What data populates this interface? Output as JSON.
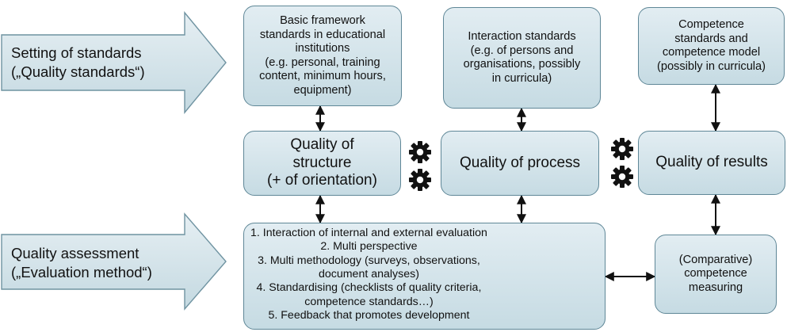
{
  "left_arrows": {
    "setting": "Setting of standards\n(„Quality standards“)",
    "assessment": "Quality assessment\n(„Evaluation method“)"
  },
  "standards": {
    "basic": "Basic framework\nstandards in educational\ninstitutions\n(e.g. personal, training\ncontent, minimum hours,\nequipment)",
    "interaction": "Interaction standards\n(e.g. of persons and\norganisations, possibly\nin curricula)",
    "competence": "Competence\nstandards and\ncompetence model\n(possibly in curricula)"
  },
  "qualities": {
    "structure": "Quality of\nstructure\n(+ of orientation)",
    "process": "Quality of process",
    "results": "Quality of results"
  },
  "evaluation_list": [
    "1. Interaction of internal and external evaluation",
    "2. Multi perspective",
    "3. Multi methodology (surveys, observations,",
    "    document analyses)",
    "4. Standardising (checklists of quality criteria,",
    "    competence standards…)",
    "5. Feedback that promotes development"
  ],
  "measuring": "(Comparative)\ncompetence\nmeasuring",
  "icons": [
    "gear-icon",
    "gear-icon",
    "gear-icon",
    "gear-icon"
  ],
  "colors": {
    "box_fill": "#d5e5eb",
    "box_border": "#5f8797",
    "connector": "#111111",
    "gear": "#111111"
  }
}
